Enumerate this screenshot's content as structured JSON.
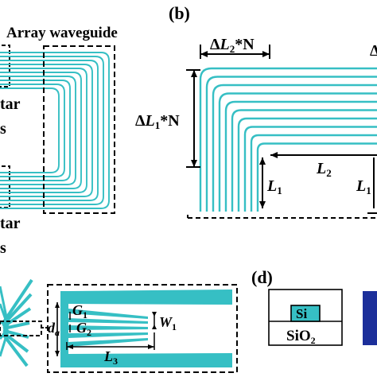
{
  "panels": {
    "b": {
      "label": "(b)"
    },
    "d": {
      "label": "(d)"
    }
  },
  "panel_a": {
    "array_waveguide": "Array waveguide",
    "star_top_fragment": "tar",
    "star_top_fragment2": "s",
    "star_bottom_fragment": "tar",
    "star_bottom_fragment2": "s"
  },
  "panel_b": {
    "dl2n_delta": "Δ",
    "dl2n_L": "L",
    "dl2n_sub": "2",
    "dl2n_tail": "*N",
    "dl1n_delta": "Δ",
    "dl1n_L": "L",
    "dl1n_sub": "1",
    "dl1n_tail": "*N",
    "l1_L": "L",
    "l1_sub": "1",
    "l2_L": "L",
    "l2_sub": "2",
    "l1r_L": "L",
    "l1r_sub": "1"
  },
  "panel_c": {
    "da_d": "d",
    "da_sub": "a",
    "g1_G": "G",
    "g1_sub": "1",
    "g2_G": "G",
    "g2_sub": "2",
    "w1_W": "W",
    "w1_sub": "1",
    "l3_L": "L",
    "l3_sub": "3"
  },
  "panel_d": {
    "si": "Si",
    "sio2_main": "SiO",
    "sio2_sub": "2"
  },
  "colors": {
    "waveguide": "#36bfc4",
    "accent_blue": "#1c2f9a"
  }
}
